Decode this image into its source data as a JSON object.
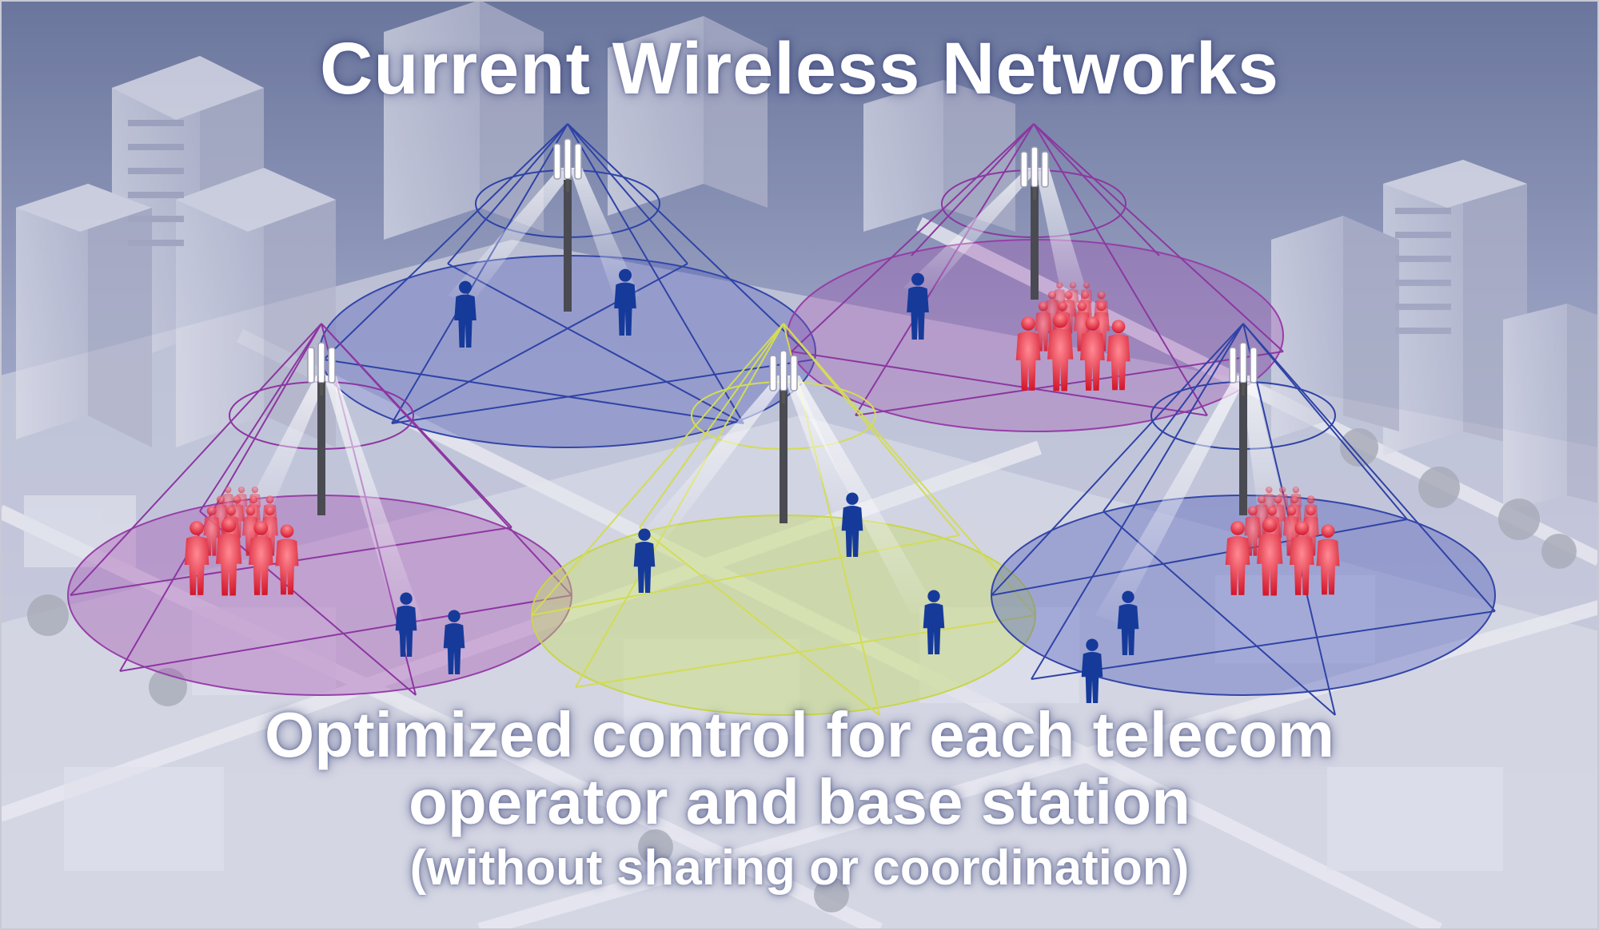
{
  "title": "Current Wireless Networks",
  "caption": {
    "line1": "Optimized control for each telecom",
    "line2": "operator and base station",
    "line3": "(without sharing or coordination)"
  },
  "colors": {
    "sky_top": "#56638f",
    "sky_bottom": "#c9cde2",
    "cell_blue": "#4a56b8",
    "cell_purple": "#a34fb0",
    "cell_green": "#c6dc6a",
    "user_blue": "#163a9a",
    "crowd_red": "#d4182c"
  },
  "icons": [
    "base-station-antenna-icon",
    "mobile-user-icon",
    "crowd-icon",
    "building-icon",
    "tree-icon"
  ]
}
